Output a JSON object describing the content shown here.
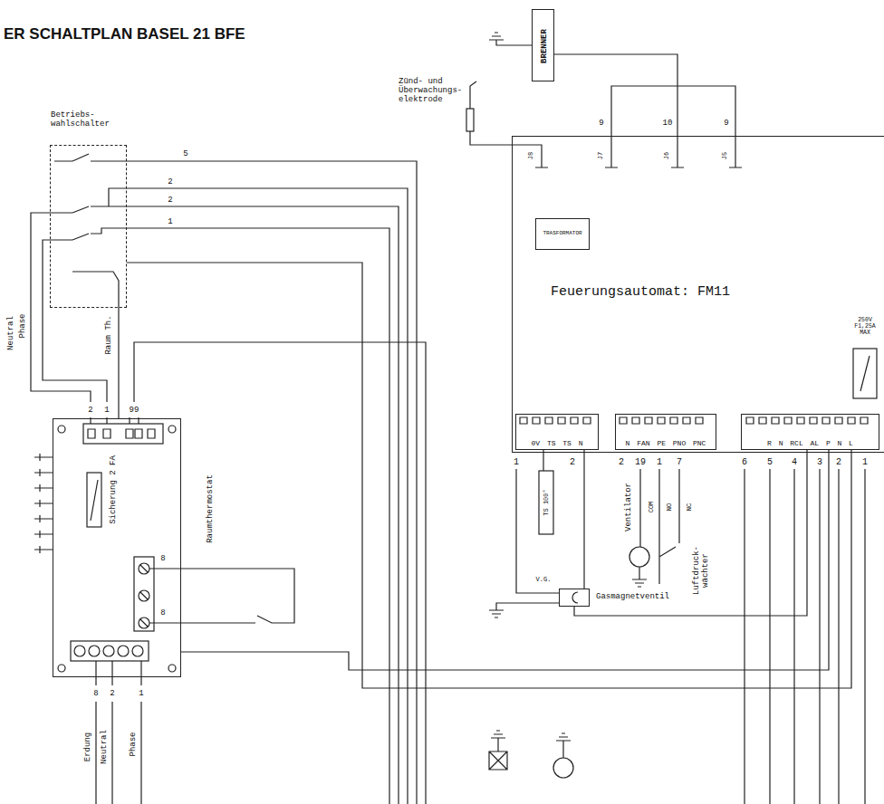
{
  "diagram": {
    "title": "ER SCHALTPLAN BASEL 21 BFE",
    "nodes": [
      {
        "text": [
          "Betriebs- wahlschalter"
        ]
      },
      {
        "text": [
          "Sicherung 2 FA"
        ]
      },
      {
        "text": [
          "BRENNER"
        ]
      },
      {
        "text": [
          "Feuerungsautomat: FM11"
        ]
      },
      {
        "text": [
          "TRASFORMATOR"
        ],
        "in": 3
      },
      {
        "text": [
          "0V TS TS N"
        ],
        "in": 3
      },
      {
        "text": [
          "N FAN PE PNO PNC"
        ],
        "in": 3
      },
      {
        "text": [
          "R N RCL AL P N L"
        ],
        "in": 3
      },
      {
        "text": [
          "Gasmagnetventil"
        ]
      }
    ],
    "edges": [
      {
        "from": 0,
        "to": 1,
        "arrow": "none"
      },
      {
        "from": 2,
        "to": 3,
        "arrow": "none"
      },
      {
        "from": 8,
        "to": 5,
        "arrow": "none"
      },
      {
        "from": 8,
        "to": 7,
        "arrow": "none"
      },
      {
        "from": 0,
        "to": 7,
        "arrow": "none"
      },
      {
        "from": 1,
        "to": 7,
        "arrow": "none"
      }
    ],
    "labels": [
      "Zünd- und Überwachungs- elektrode",
      "9",
      "10",
      "9",
      "J8",
      "J7",
      "J6",
      "J5",
      "5",
      "2",
      "2",
      "1",
      "Neutral",
      "Phase",
      "Raum Th.",
      "2",
      "1",
      "99",
      "Raumthermostat",
      "8",
      "8",
      "8",
      "2",
      "1",
      "Erdung",
      "Neutral",
      "Phase",
      "250V F1,25A MAX",
      "1",
      "2",
      "2",
      "19",
      "1",
      "7",
      "6",
      "5",
      "4",
      "3",
      "2",
      "1",
      "TS 100°",
      "Ventilator",
      "COM",
      "NO",
      "NC",
      "Luftdruck- wächter",
      "V.G."
    ]
  }
}
